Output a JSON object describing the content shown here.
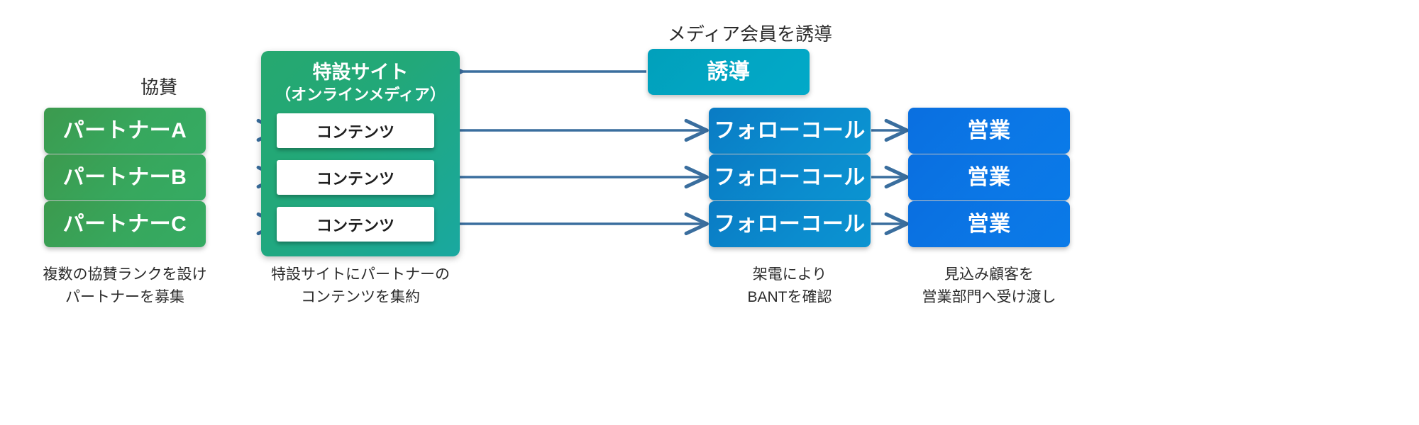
{
  "diagram": {
    "title_label": "協賛",
    "induce_caption": "メディア会員を誘導",
    "site_panel": {
      "line1": "特設サイト",
      "line2": "（オンラインメディア）",
      "content_boxes": [
        "コンテンツ",
        "コンテンツ",
        "コンテンツ"
      ]
    },
    "partners": [
      "パートナーA",
      "パートナーB",
      "パートナーC"
    ],
    "induce_box": "誘導",
    "follow_calls": [
      "フォローコール",
      "フォローコール",
      "フォローコール"
    ],
    "sales": [
      "営業",
      "営業",
      "営業"
    ],
    "captions": [
      "複数の協賛ランクを設け\nパートナーを募集",
      "特設サイトにパートナーの\nコンテンツを集約",
      "架電により\nBANTを確認",
      "見込み顧客を\n営業部門へ受け渡し"
    ]
  },
  "colors": {
    "partner_green": "#37a75d",
    "site_teal": "#1ea887",
    "induce_teal": "#02a6c4",
    "follow_blue": "#0b8cce",
    "sales_blue": "#0b77e6",
    "arrow_blue": "#3a6e9e",
    "text_dark": "#2b2b2b",
    "background": "#ffffff"
  }
}
